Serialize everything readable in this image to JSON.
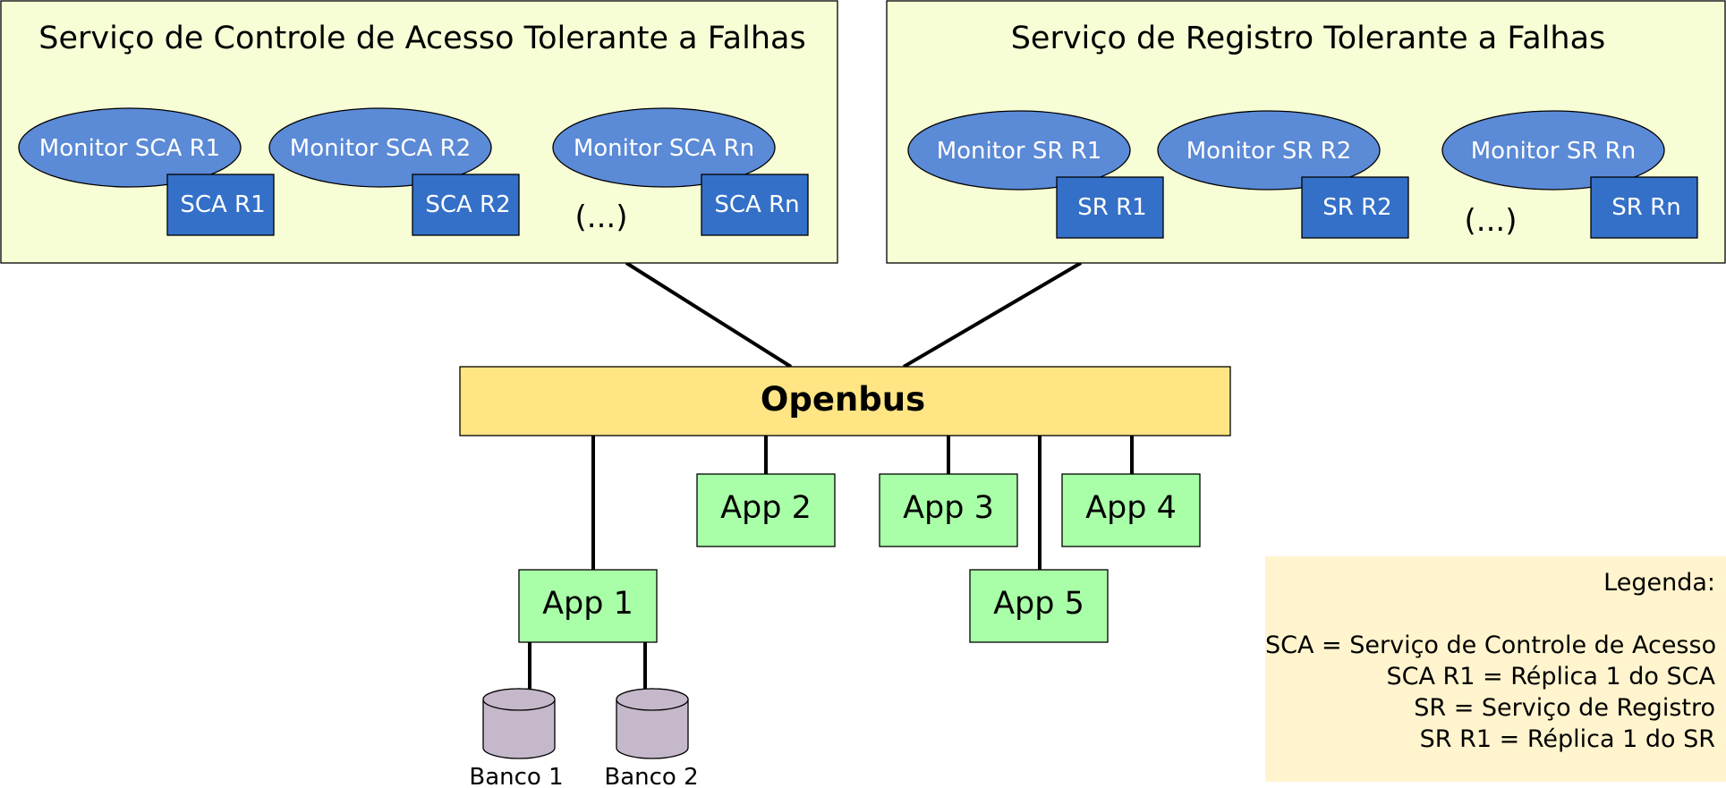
{
  "panels": {
    "sca": {
      "title": "Serviço de Controle de Acesso Tolerante a Falhas",
      "monitors": [
        "Monitor SCA R1",
        "Monitor SCA R2",
        "Monitor SCA Rn"
      ],
      "replicas": [
        "SCA R1",
        "SCA R2",
        "SCA Rn"
      ],
      "ellipsis": "(...)"
    },
    "sr": {
      "title": "Serviço de Registro Tolerante a Falhas",
      "monitors": [
        "Monitor SR R1",
        "Monitor SR R2",
        "Monitor SR Rn"
      ],
      "replicas": [
        "SR R1",
        "SR R2",
        "SR Rn"
      ],
      "ellipsis": "(...)"
    }
  },
  "bus": {
    "label": "Openbus"
  },
  "apps": [
    "App 1",
    "App 2",
    "App 3",
    "App 4",
    "App 5"
  ],
  "databases": [
    "Banco 1",
    "Banco 2"
  ],
  "legend": {
    "title": "Legenda:",
    "lines": [
      "SCA = Serviço de Controle de Acesso",
      "SCA R1 = Réplica 1 do SCA",
      "SR = Serviço de Registro",
      "SR R1 = Réplica 1 do SR"
    ]
  },
  "colors": {
    "panel_fill": "#f7fdd5",
    "monitor_fill": "#5b8ad6",
    "replica_fill": "#3470c8",
    "bus_fill": "#ffe584",
    "app_fill": "#a9ffa7",
    "db_fill": "#c5b8ca",
    "legend_fill": "#fff4cd"
  }
}
